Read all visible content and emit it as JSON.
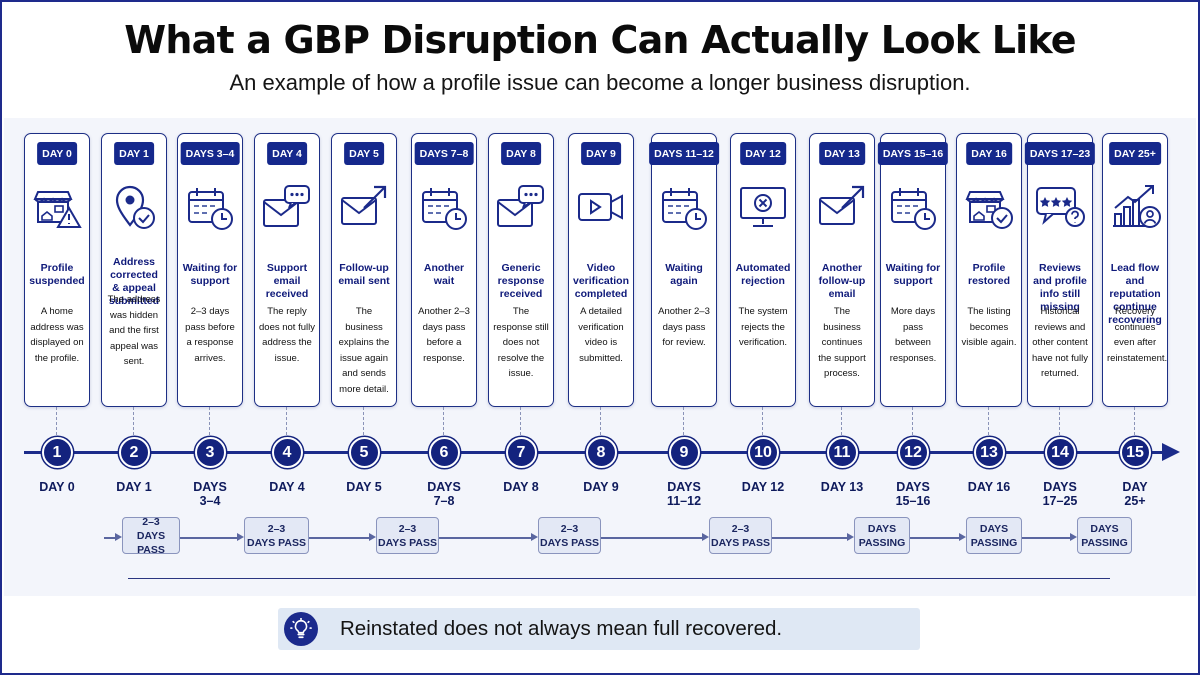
{
  "header": {
    "title": "What a GBP Disruption Can Actually Look Like",
    "subtitle": "An example of how a profile issue can become a longer business disruption."
  },
  "colors": {
    "navy": "#15288c",
    "card_border": "#1d2f85",
    "panel": "#f3f5fb",
    "note_bg": "#dfe8f4"
  },
  "steps": [
    {
      "number": "1",
      "badge": "DAY 0",
      "icon": "storefront-warning-icon",
      "title": "Profile suspended",
      "body": "A home address was displayed on the profile.",
      "axis_label": [
        "DAY 0"
      ]
    },
    {
      "number": "2",
      "badge": "DAY 1",
      "icon": "location-pin-check-icon",
      "title": "Address corrected & appeal submitted",
      "body": "The address was hidden and the first appeal was sent.",
      "axis_label": [
        "DAY 1"
      ]
    },
    {
      "number": "3",
      "badge": "DAYS 3–4",
      "icon": "calendar-clock-icon",
      "title": "Waiting for support",
      "body": "2–3 days pass before a response arrives.",
      "axis_label": [
        "DAYS",
        "3–4"
      ]
    },
    {
      "number": "4",
      "badge": "DAY 4",
      "icon": "envelope-chat-icon",
      "title": "Support email received",
      "body": "The reply does not fully address the issue.",
      "axis_label": [
        "DAY 4"
      ]
    },
    {
      "number": "5",
      "badge": "DAY 5",
      "icon": "envelope-send-icon",
      "title": "Follow-up email sent",
      "body": "The business explains the issue again and sends more detail.",
      "axis_label": [
        "DAY 5"
      ]
    },
    {
      "number": "6",
      "badge": "DAYS 7–8",
      "icon": "calendar-clock-icon",
      "title": "Another wait",
      "body": "Another 2–3 days pass before a response.",
      "axis_label": [
        "DAYS",
        "7–8"
      ]
    },
    {
      "number": "7",
      "badge": "DAY 8",
      "icon": "envelope-chat-icon",
      "title": "Generic response received",
      "body": "The response still does not resolve the issue.",
      "axis_label": [
        "DAY 8"
      ]
    },
    {
      "number": "8",
      "badge": "DAY 9",
      "icon": "video-camera-icon",
      "title": "Video verification completed",
      "body": "A detailed verification video is submitted.",
      "axis_label": [
        "DAY 9"
      ]
    },
    {
      "number": "9",
      "badge": "DAYS 11–12",
      "icon": "calendar-clock-icon",
      "title": "Waiting again",
      "body": "Another 2–3 days pass for review.",
      "axis_label": [
        "DAYS",
        "11–12"
      ]
    },
    {
      "number": "10",
      "badge": "DAY 12",
      "icon": "monitor-reject-icon",
      "title": "Automated rejection",
      "body": "The system rejects the verification.",
      "axis_label": [
        "DAY 12"
      ]
    },
    {
      "number": "11",
      "badge": "DAY 13",
      "icon": "envelope-send-icon",
      "title": "Another follow-up email",
      "body": "The business continues the support process.",
      "axis_label": [
        "DAY 13"
      ]
    },
    {
      "number": "12",
      "badge": "DAYS 15–16",
      "icon": "calendar-clock-icon",
      "title": "Waiting for support",
      "body": "More days pass between responses.",
      "axis_label": [
        "DAYS",
        "15–16"
      ]
    },
    {
      "number": "13",
      "badge": "DAY 16",
      "icon": "storefront-check-icon",
      "title": "Profile restored",
      "body": "The listing becomes visible again.",
      "axis_label": [
        "DAY 16"
      ]
    },
    {
      "number": "14",
      "badge": "DAYS 17–23",
      "icon": "review-question-icon",
      "title": "Reviews and profile info still missing",
      "body": "Historical reviews and other content have not fully returned.",
      "axis_label": [
        "DAYS",
        "17–25"
      ]
    },
    {
      "number": "15",
      "badge": "DAY 25+",
      "icon": "growth-chart-user-icon",
      "title": "Lead flow and reputation continue recovering",
      "body": "Recovery continues even after reinstatement.",
      "axis_label": [
        "DAY",
        "25+"
      ]
    }
  ],
  "passes": [
    [
      "2–3",
      "DAYS PASS"
    ],
    [
      "2–3",
      "DAYS PASS"
    ],
    [
      "2–3",
      "DAYS PASS"
    ],
    [
      "2–3",
      "DAYS PASS"
    ],
    [
      "2–3",
      "DAYS PASS"
    ],
    [
      "DAYS",
      "PASSING"
    ],
    [
      "DAYS",
      "PASSING"
    ],
    [
      "DAYS",
      "PASSING"
    ]
  ],
  "note": {
    "icon": "lightbulb-icon",
    "text": "Reinstated does not always mean full recovered."
  }
}
